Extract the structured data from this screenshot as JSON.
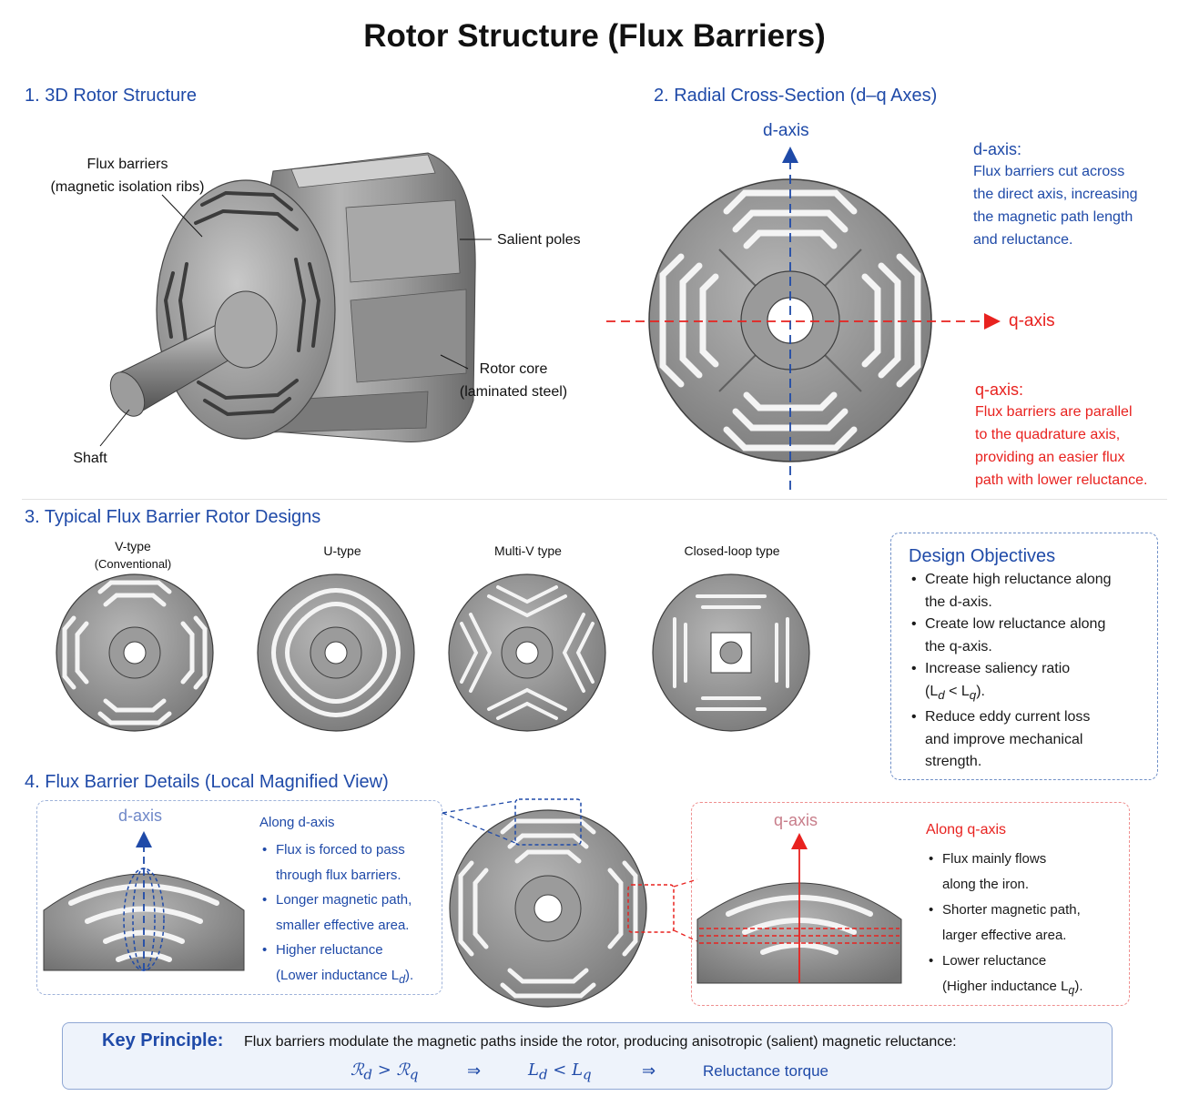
{
  "title": "Rotor Structure (Flux Barriers)",
  "sections": {
    "s1": "1. 3D Rotor Structure",
    "s2": "2. Radial Cross-Section (d–q Axes)",
    "s3": "3. Typical Flux Barrier Rotor Designs",
    "s4": "4. Flux Barrier Details (Local Magnified View)"
  },
  "rotor3d": {
    "flux_barriers_l1": "Flux barriers",
    "flux_barriers_l2": "(magnetic isolation ribs)",
    "salient_poles": "Salient poles",
    "rotor_core_l1": "Rotor core",
    "rotor_core_l2": "(laminated steel)",
    "shaft": "Shaft"
  },
  "cross": {
    "d_axis": "d-axis",
    "q_axis": "q-axis",
    "d_title": "d-axis:",
    "d_lines": [
      "Flux barriers cut across",
      "the direct axis, increasing",
      "the magnetic path length",
      "and reluctance."
    ],
    "q_title": "q-axis:",
    "q_lines": [
      "Flux barriers are parallel",
      "to the quadrature axis,",
      "providing an easier flux",
      "path with lower reluctance."
    ]
  },
  "designs": {
    "v": "V-type",
    "v_sub": "(Conventional)",
    "u": "U-type",
    "multi": "Multi-V type",
    "closed": "Closed-loop type"
  },
  "objectives": {
    "title": "Design Objectives",
    "i1a": "Create high reluctance along",
    "i1b": "the d-axis.",
    "i2a": "Create low reluctance along",
    "i2b": "the q-axis.",
    "i3a": "Increase saliency ratio",
    "i3b": "(L",
    "i3c": "d",
    "i3d": " < L",
    "i3e": "q",
    "i3f": ").",
    "i4a": "Reduce eddy current loss",
    "i4b": "and improve mechanical",
    "i4c": "strength."
  },
  "details": {
    "d_axis": "d-axis",
    "q_axis": "q-axis",
    "along_d": "Along d-axis",
    "d1a": "Flux is forced to pass",
    "d1b": "through flux barriers.",
    "d2a": "Longer magnetic path,",
    "d2b": "smaller effective area.",
    "d3a": "Higher reluctance",
    "d3b": "(Lower inductance L",
    "d3c": "d",
    "d3d": ").",
    "along_q": "Along q-axis",
    "q1a": "Flux mainly flows",
    "q1b": "along the iron.",
    "q2a": "Shorter magnetic path,",
    "q2b": "larger effective area.",
    "q3a": "Lower reluctance",
    "q3b": "(Higher inductance L",
    "q3c": "q",
    "q3d": ")."
  },
  "key": {
    "label": "Key Principle:",
    "text": "Flux barriers modulate the magnetic paths inside the rotor, producing anisotropic (salient) magnetic reluctance:",
    "eq1_a": "ℛ",
    "eq1_b": "d",
    "eq1_c": " > ℛ",
    "eq1_d": "q",
    "arrow": "⇒",
    "eq2_a": "L",
    "eq2_b": "d",
    "eq2_c": " < L",
    "eq2_d": "q",
    "result": "Reluctance torque"
  },
  "colors": {
    "blue": "#1f4aa8",
    "red": "#e8221f",
    "steel": "#8a8a8a"
  }
}
